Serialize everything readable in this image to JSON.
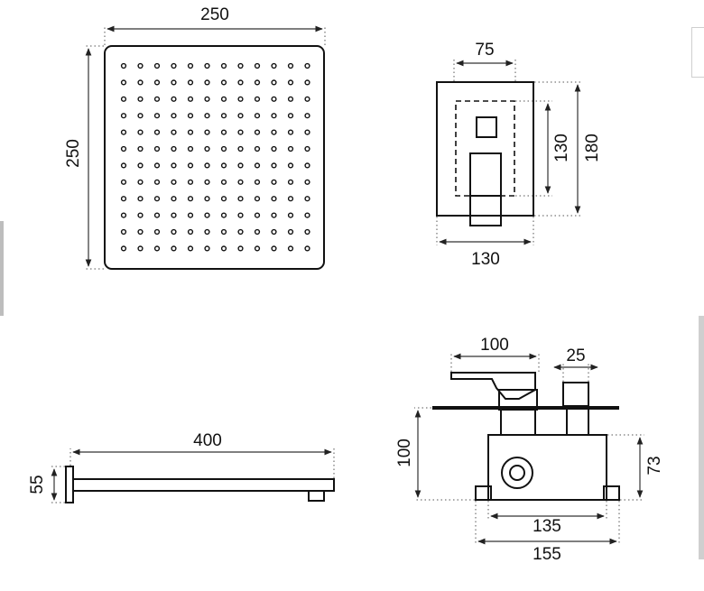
{
  "dimensions": {
    "shower_head_width": "250",
    "shower_head_height": "250",
    "valve_cover_inner_width": "75",
    "valve_cover_inner_height": "130",
    "valve_cover_height": "180",
    "valve_cover_width": "130",
    "arm_length": "400",
    "arm_height": "55",
    "lever_length": "100",
    "cartridge_width": "25",
    "body_depth": "100",
    "box_height": "73",
    "box_inner_width": "135",
    "box_outer_width": "155"
  },
  "shower_head": {
    "dot_rows": 12,
    "dot_cols": 12
  },
  "colors": {
    "line": "#111111",
    "background": "#ffffff"
  }
}
